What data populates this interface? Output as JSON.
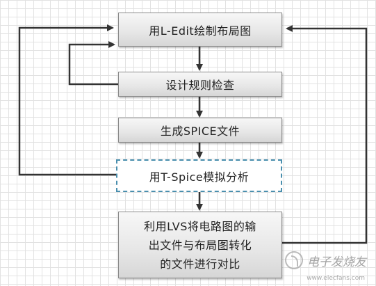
{
  "diagram": {
    "nodes": [
      {
        "id": "layout",
        "label": "用L-Edit绘制布局图"
      },
      {
        "id": "drc",
        "label": "设计规则检查"
      },
      {
        "id": "spice",
        "label": "生成SPICE文件"
      },
      {
        "id": "tspice",
        "label": "用T-Spice模拟分析"
      },
      {
        "id": "lvs",
        "label": "利用LVS将电路图的输\n出文件与布局图转化\n的文件进行对比"
      }
    ]
  },
  "watermark": {
    "text": "电子发烧友",
    "url": "www.elecfans.com"
  },
  "colors": {
    "line": "#333333",
    "dashed_border": "#4a8fae",
    "grid": "#e2e2e2"
  }
}
